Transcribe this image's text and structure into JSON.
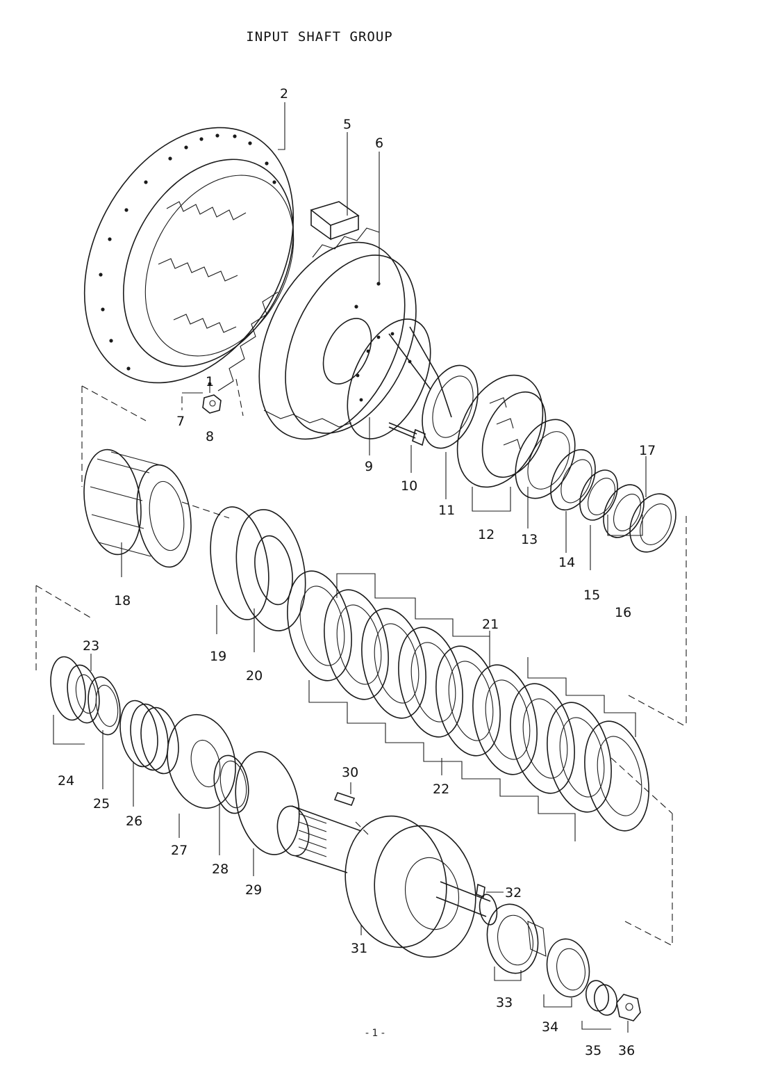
{
  "title": "INPUT SHAFT GROUP",
  "page_number": "- 1 -",
  "labels": [
    "2",
    "5",
    "6",
    "1",
    "7",
    "8",
    "9",
    "10",
    "11",
    "12",
    "13",
    "14",
    "15",
    "16",
    "17",
    "18",
    "19",
    "20",
    "21",
    "22",
    "23",
    "24",
    "25",
    "26",
    "27",
    "28",
    "29",
    "30",
    "31",
    "32",
    "33",
    "34",
    "35",
    "36"
  ]
}
